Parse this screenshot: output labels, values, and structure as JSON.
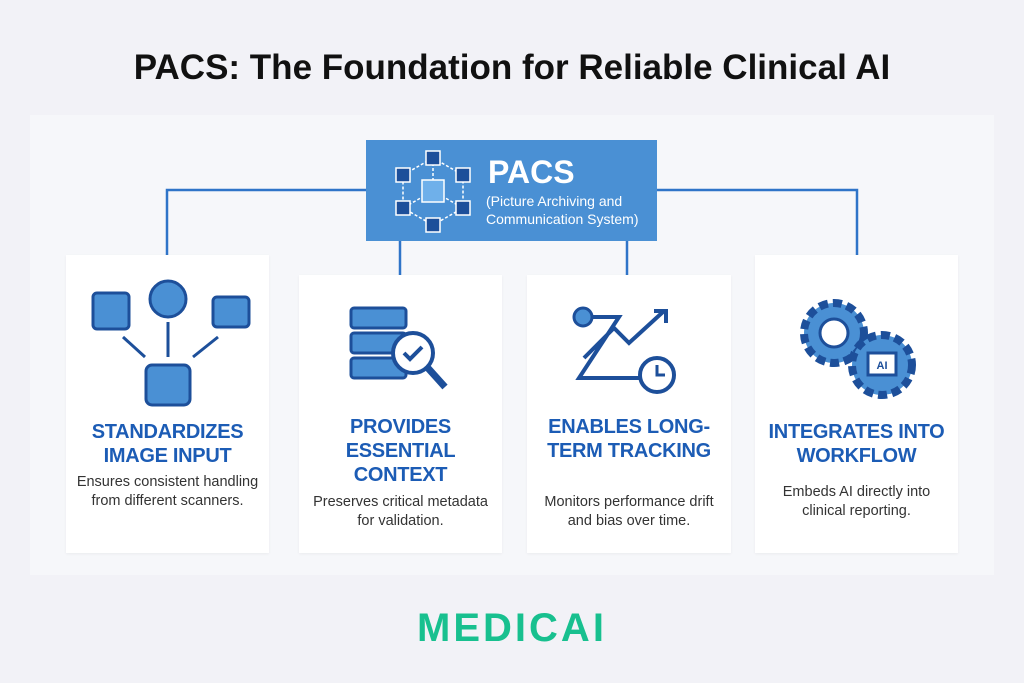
{
  "title": "PACS: The Foundation for Reliable Clinical AI",
  "pacs": {
    "name": "PACS",
    "subtitle": "(Picture Archiving and Communication System)",
    "icon": "network-cubes-icon",
    "color": "#4a90d4"
  },
  "cards": [
    {
      "heading": "STANDARDIZES IMAGE INPUT",
      "text": "Ensures consistent handling from different scanners.",
      "icon": "scanners-to-frame-icon"
    },
    {
      "heading": "PROVIDES ESSENTIAL CONTEXT",
      "text": "Preserves critical metadata for validation.",
      "icon": "database-magnifier-check-icon"
    },
    {
      "heading": "ENABLES LONG-TERM TRACKING",
      "text": "Monitors performance drift and bias over time.",
      "icon": "trend-clock-icon"
    },
    {
      "heading": "INTEGRATES INTO WORKFLOW",
      "text": "Embeds AI directly into clinical reporting.",
      "icon": "gears-ai-icon"
    }
  ],
  "logo": "MEDICAI",
  "accent": "#1c5cb5"
}
